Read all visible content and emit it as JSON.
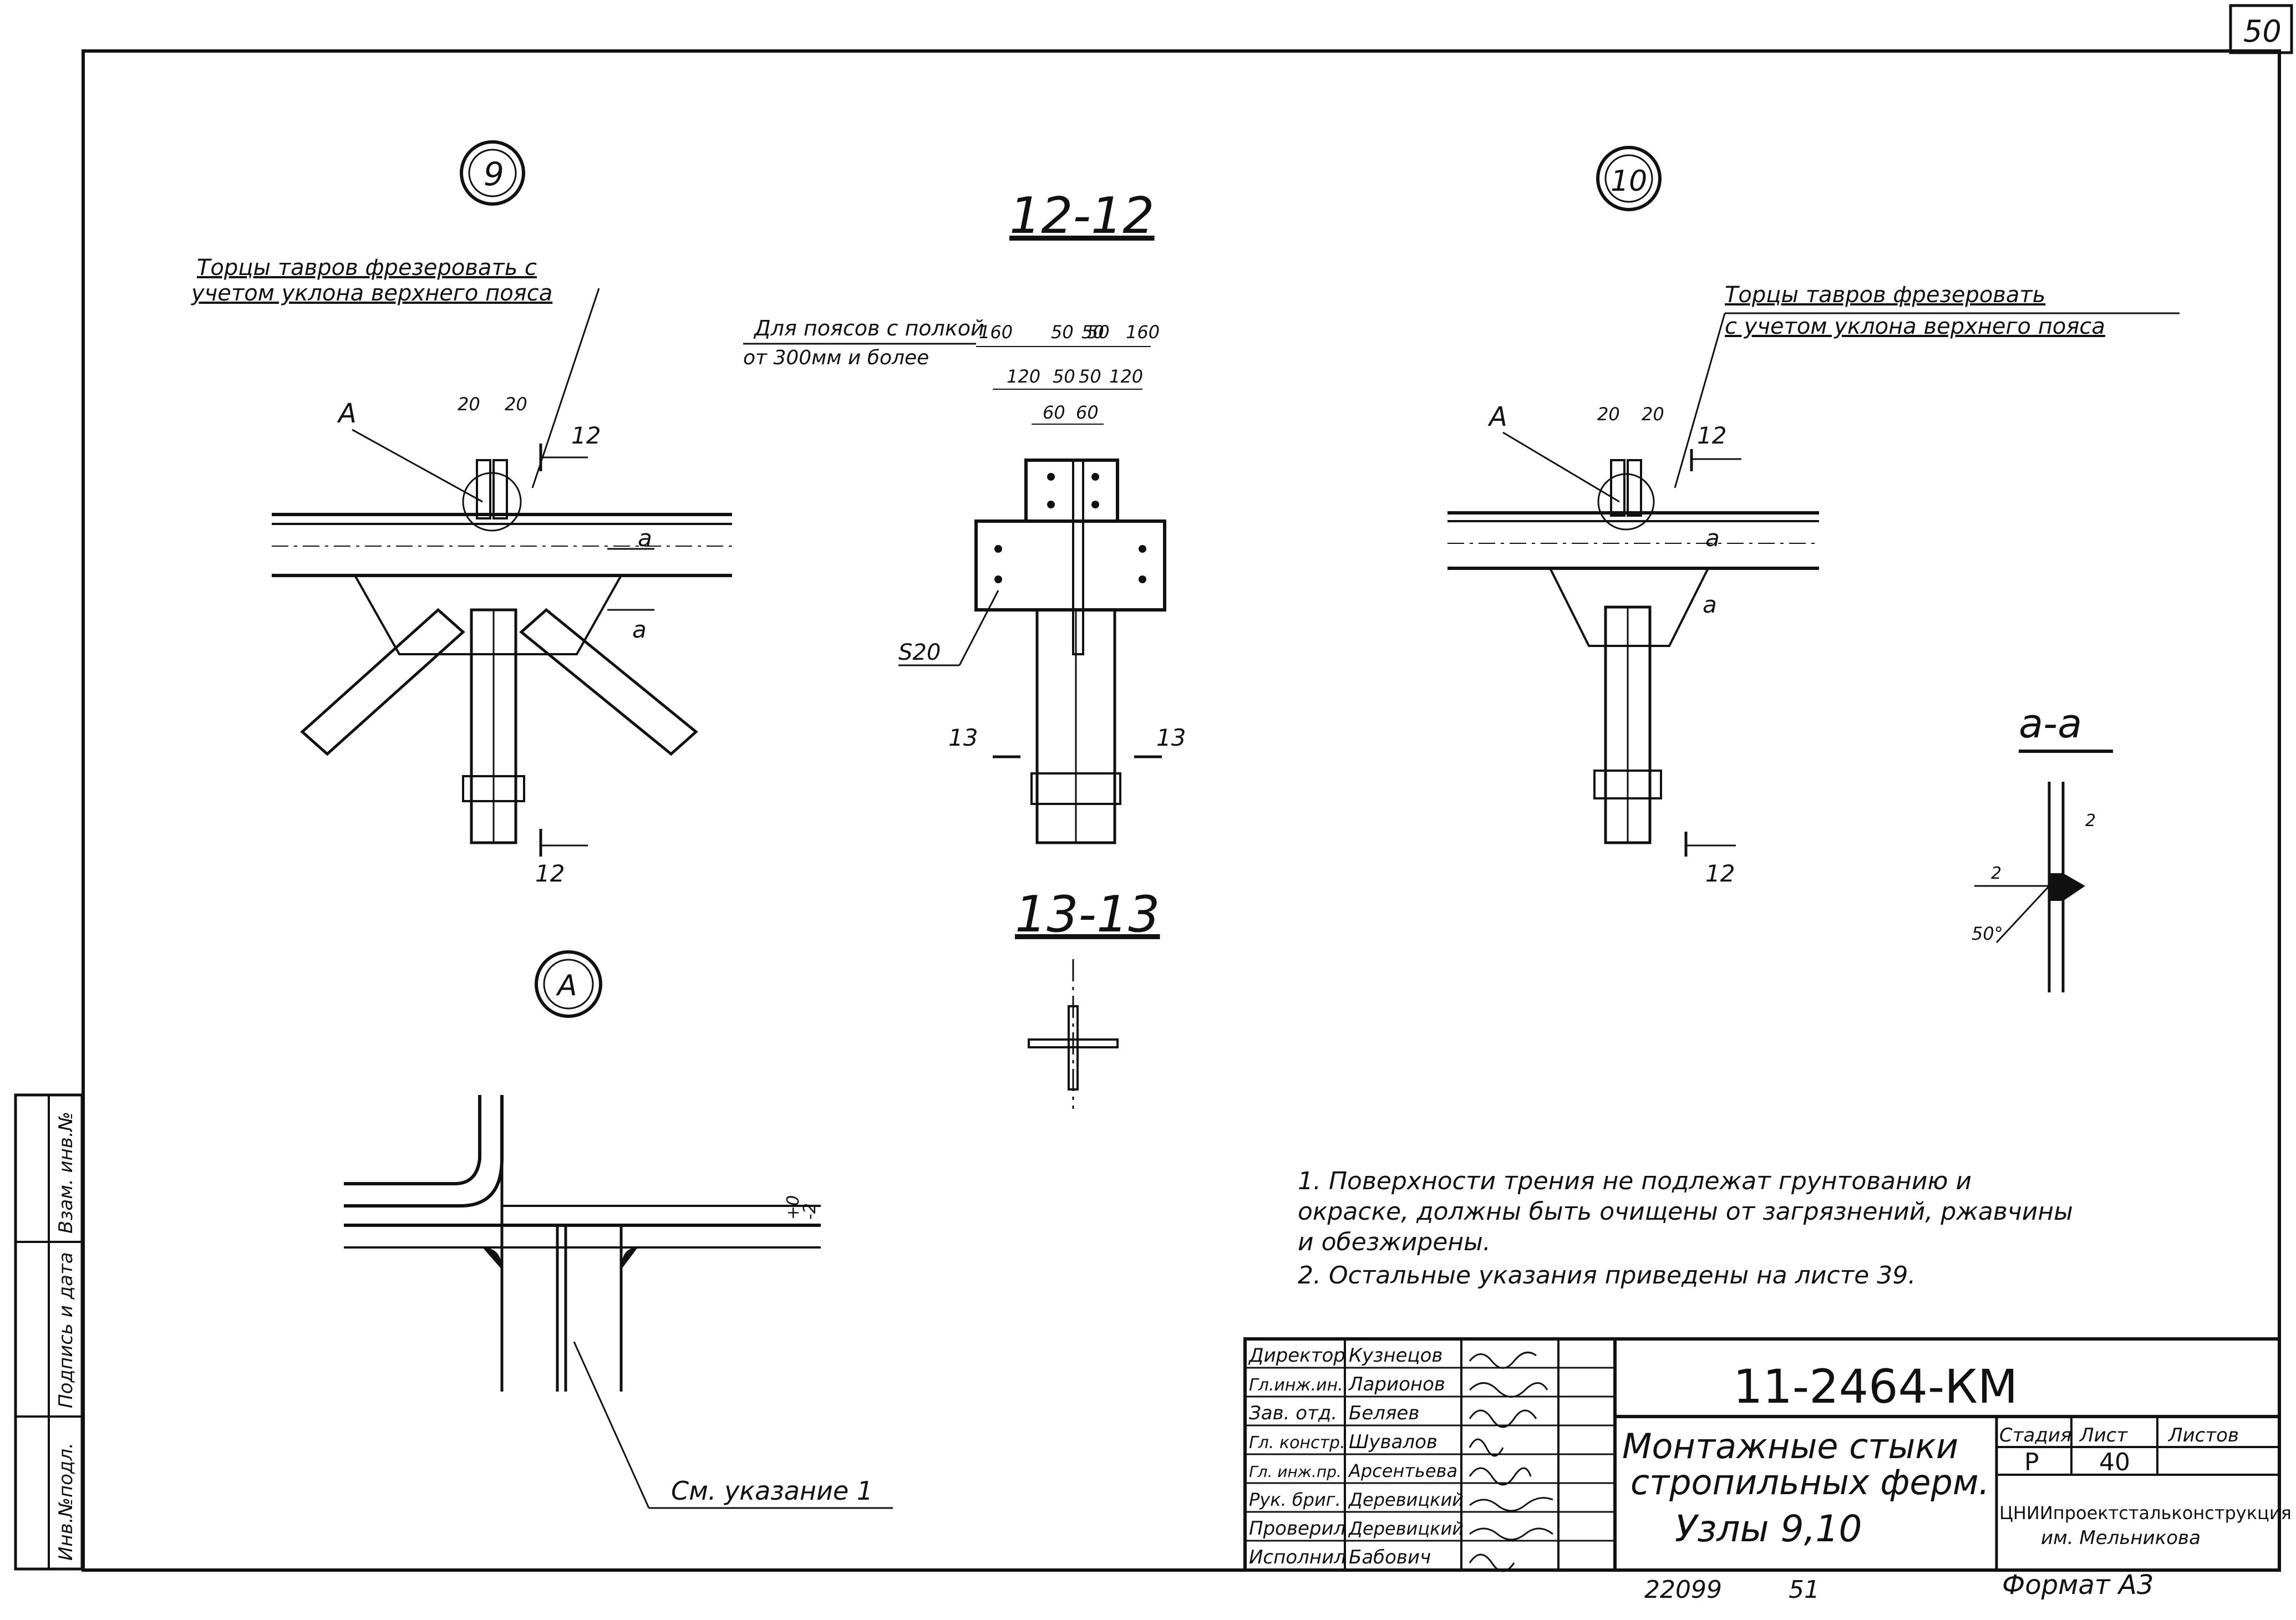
{
  "sheet": {
    "page_number": "50",
    "designation": "11-2464-КМ",
    "title_lines": [
      "Монтажные стыки",
      "стропильных ферм.",
      "Узлы 9,10"
    ],
    "format": "Формат А3",
    "order_no": "22099",
    "order_no2": "51"
  },
  "callouts": {
    "node9": "9",
    "node10": "10",
    "detail_a": "А",
    "section_12": "12-12",
    "section_13": "13-13",
    "section_aa": "а-а"
  },
  "labels": {
    "note9_line1": "Торцы тавров фрезеровать с",
    "note9_line2": "учетом уклона верхнего пояса",
    "note10_line1": "Торцы тавров фрезеровать",
    "note10_line2": "с учетом уклона верхнего пояса",
    "belt_note_line1": "Для поясов с полкой",
    "belt_note_line2": "от 300мм и более",
    "ref_a": "А",
    "cut_12": "12",
    "cut_13": "13",
    "cut_a": "а",
    "dim_20": "20",
    "dim_160": "160",
    "dim_50": "50",
    "dim_120": "120",
    "dim_60": "60",
    "s20": "S20",
    "see_note": "См. указание 1",
    "tol_plus": "+0",
    "tol_minus": "-2",
    "dim_2": "2",
    "angle_50": "50°"
  },
  "notes": [
    "1. Поверхности трения не подлежат грунтованию и",
    "окраске, должны быть очищены от загрязнений, ржавчины",
    "и обезжирены.",
    "2. Остальные указания приведены на листе 39."
  ],
  "side_stamp": [
    "Инв.№подл.",
    "Подпись и дата",
    "Взам. инв.№"
  ],
  "title_block": {
    "roles": [
      "Директор",
      "Гл.инж.ин.",
      "Зав. отд.",
      "Гл. констр.",
      "Гл. инж.пр.",
      "Рук. бриг.",
      "Проверил",
      "Исполнил"
    ],
    "names": [
      "Кузнецов",
      "Ларионов",
      "Беляев",
      "Шувалов",
      "Арсентьева",
      "Деревицкий",
      "Деревицкий",
      "Бабович"
    ],
    "stage_header": "Стадия",
    "sheet_header": "Лист",
    "sheets_header": "Листов",
    "stage_value": "Р",
    "sheet_value": "40",
    "org_line1": "ЦНИИпроектстальконструкция",
    "org_line2": "им. Мельникова"
  }
}
